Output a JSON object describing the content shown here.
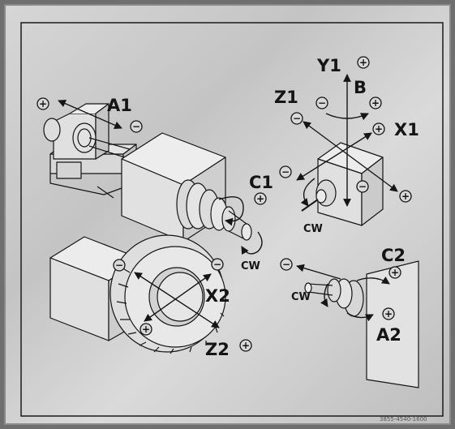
{
  "plate": {
    "part_number": "3855-4540-1600"
  },
  "axes": {
    "a1": {
      "label": "A1",
      "plus": "+",
      "minus": "−"
    },
    "c1": {
      "label": "C1",
      "plus": "+",
      "dir": "CW"
    },
    "x2": {
      "label": "X2",
      "plus": "+",
      "minus": "−"
    },
    "z2": {
      "label": "Z2",
      "plus": "+",
      "minus": "−"
    },
    "y1": {
      "label": "Y1",
      "plus": "+",
      "minus": "−"
    },
    "b": {
      "label": "B",
      "plus": "+",
      "minus": "−"
    },
    "z1": {
      "label": "Z1",
      "plus": "+",
      "minus": "−"
    },
    "x1": {
      "label": "X1",
      "plus": "+",
      "minus": "−"
    },
    "tool_dir": "CW",
    "c2": {
      "label": "C2",
      "plus": "+",
      "minus": "−",
      "dir": "CW"
    },
    "a2": {
      "label": "A2",
      "plus": "+"
    }
  },
  "colors": {
    "plate": "#c9c9ca",
    "plate_light": "#e2e2e3",
    "ink": "#151515",
    "frame": "#6f6f70"
  }
}
